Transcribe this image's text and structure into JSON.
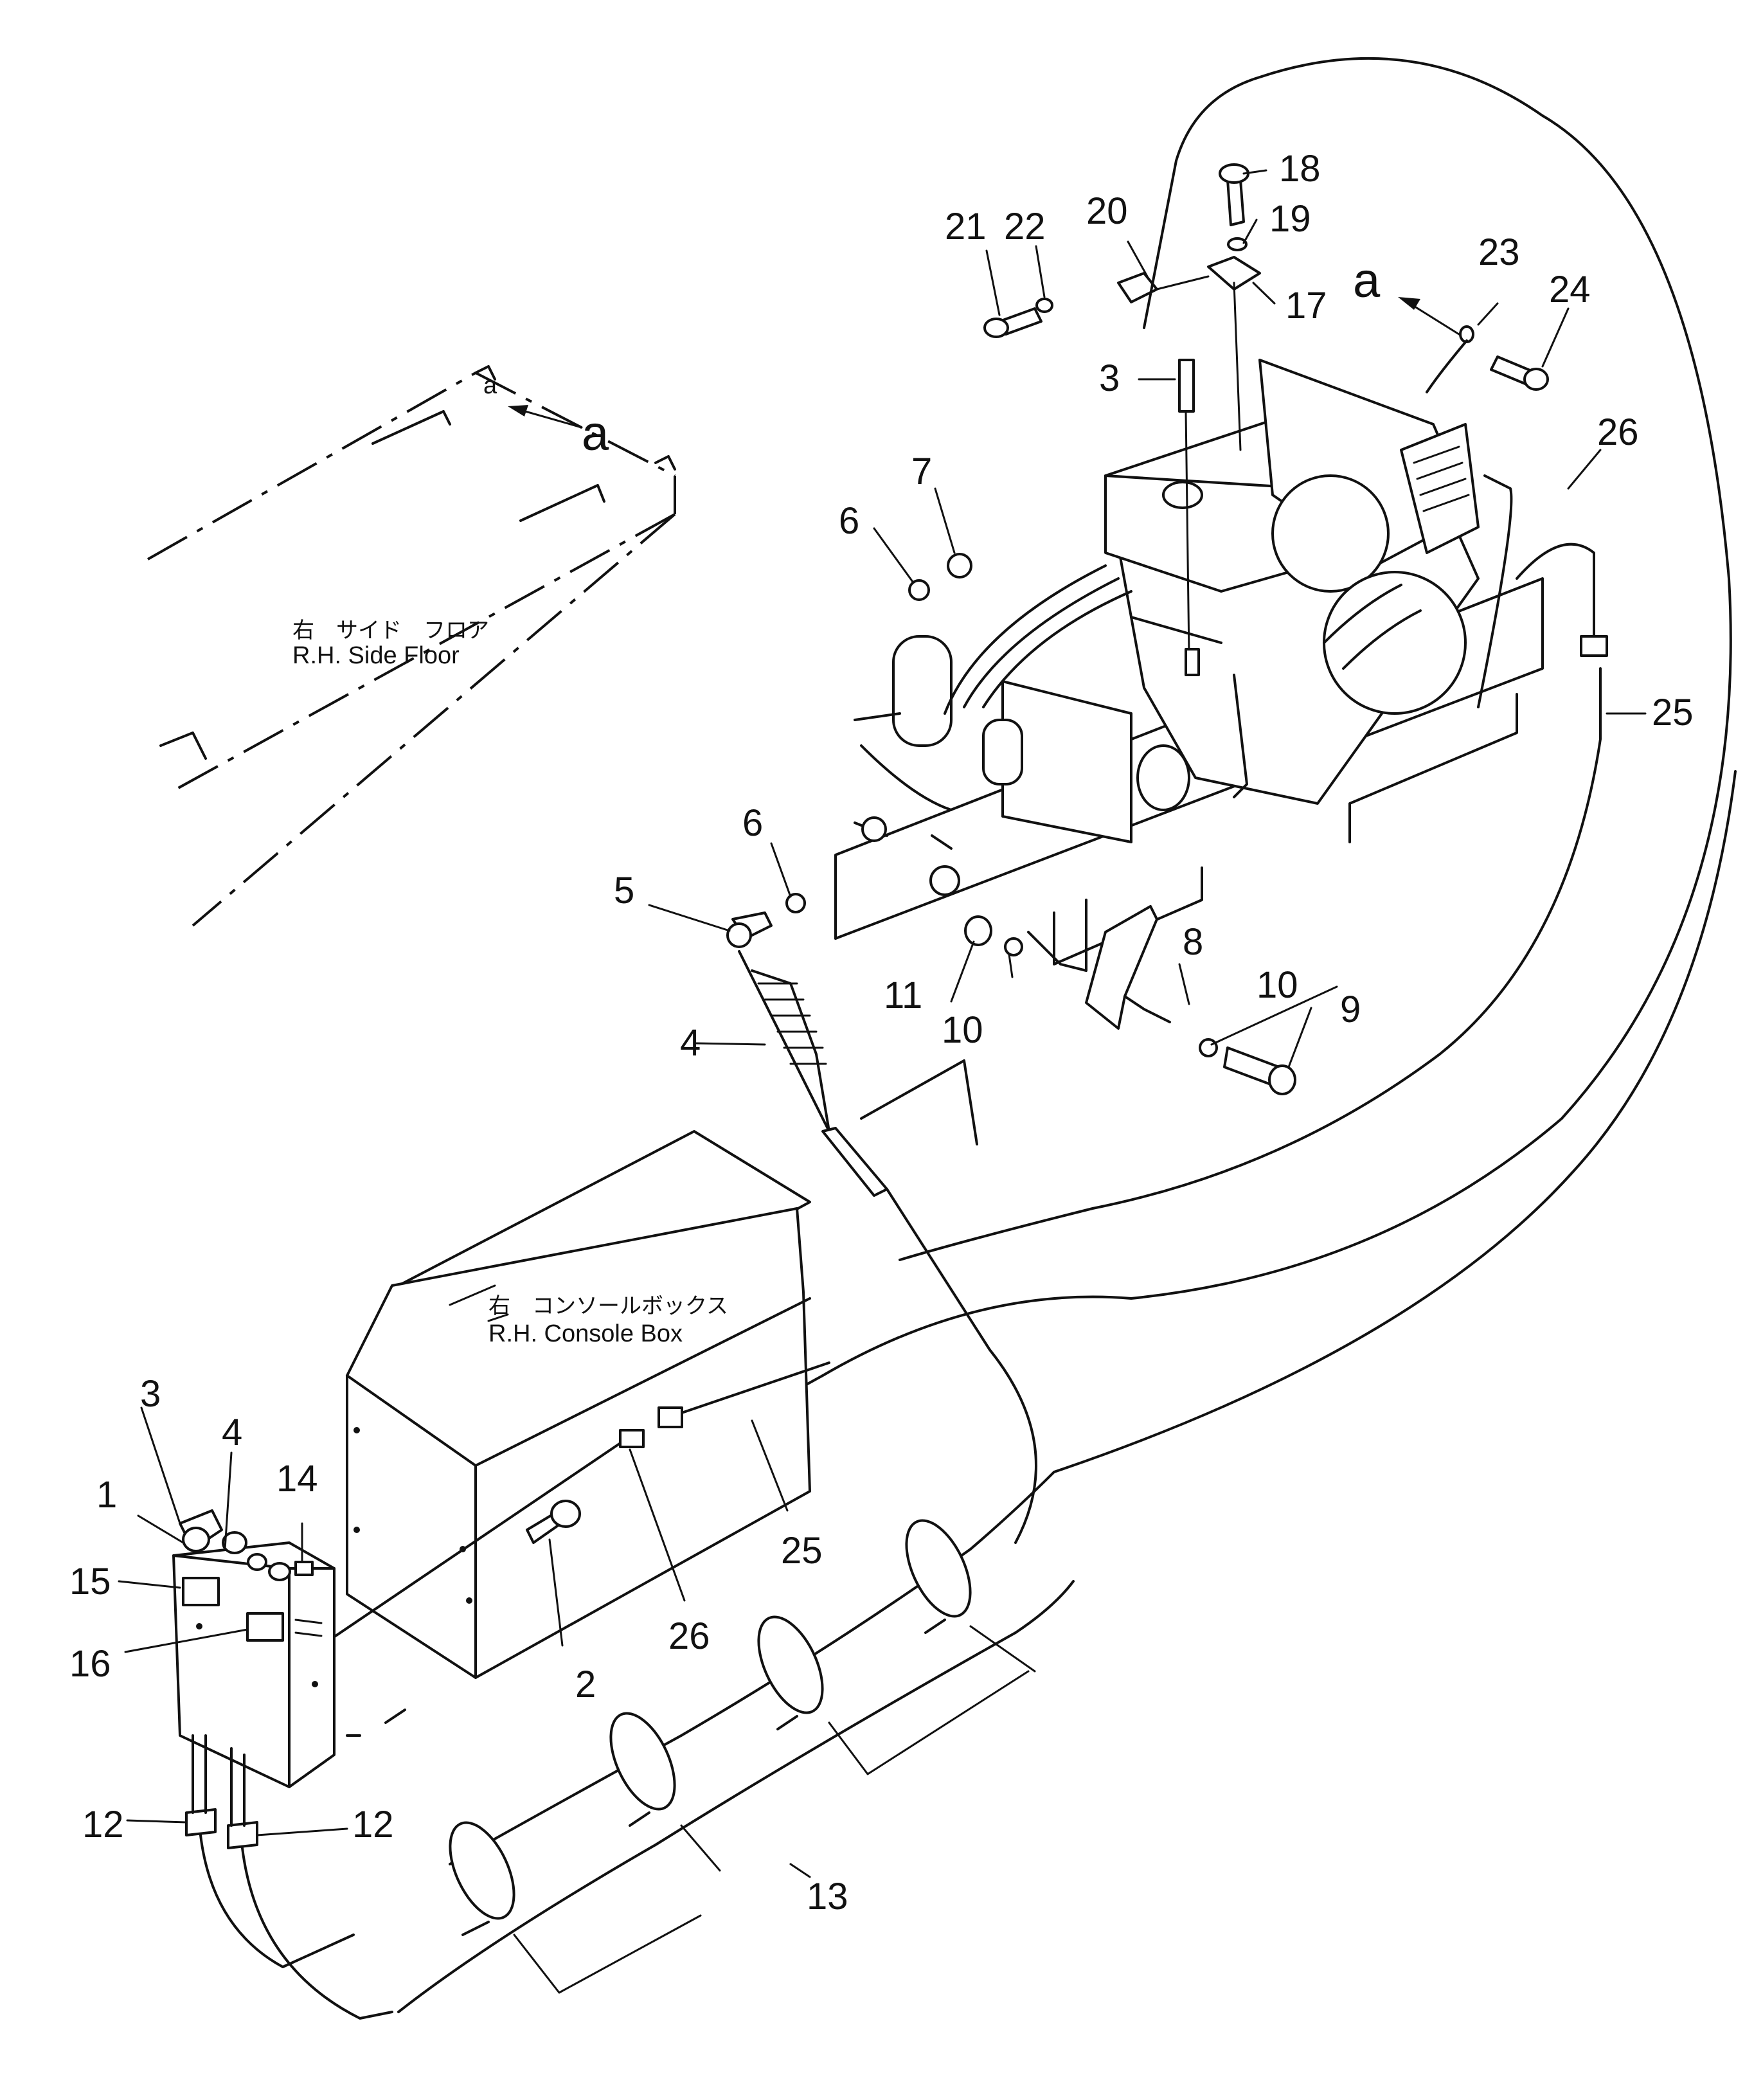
{
  "labels": {
    "side_floor_jp": "右　サイド　フロア",
    "side_floor_en": "R.H. Side Floor",
    "console_box_jp": "右　コンソールボックス",
    "console_box_en": "R.H. Console Box"
  },
  "view_markers": {
    "a_main": "a",
    "a_inset": "a"
  },
  "callouts": {
    "c1": "1",
    "c2": "2",
    "c3_box": "3",
    "c3_engine": "3",
    "c4_box": "4",
    "c4_cable": "4",
    "c5": "5",
    "c6_upper": "6",
    "c6_lower": "6",
    "c7": "7",
    "c8": "8",
    "c9": "9",
    "c10_left": "10",
    "c10_right": "10",
    "c11": "11",
    "c12_left": "12",
    "c12_right": "12",
    "c13": "13",
    "c14": "14",
    "c15": "15",
    "c16": "16",
    "c17": "17",
    "c18": "18",
    "c19": "19",
    "c20": "20",
    "c21": "21",
    "c22": "22",
    "c23": "23",
    "c24": "24",
    "c25_engine": "25",
    "c25_console": "25",
    "c26_engine": "26",
    "c26_console": "26"
  }
}
